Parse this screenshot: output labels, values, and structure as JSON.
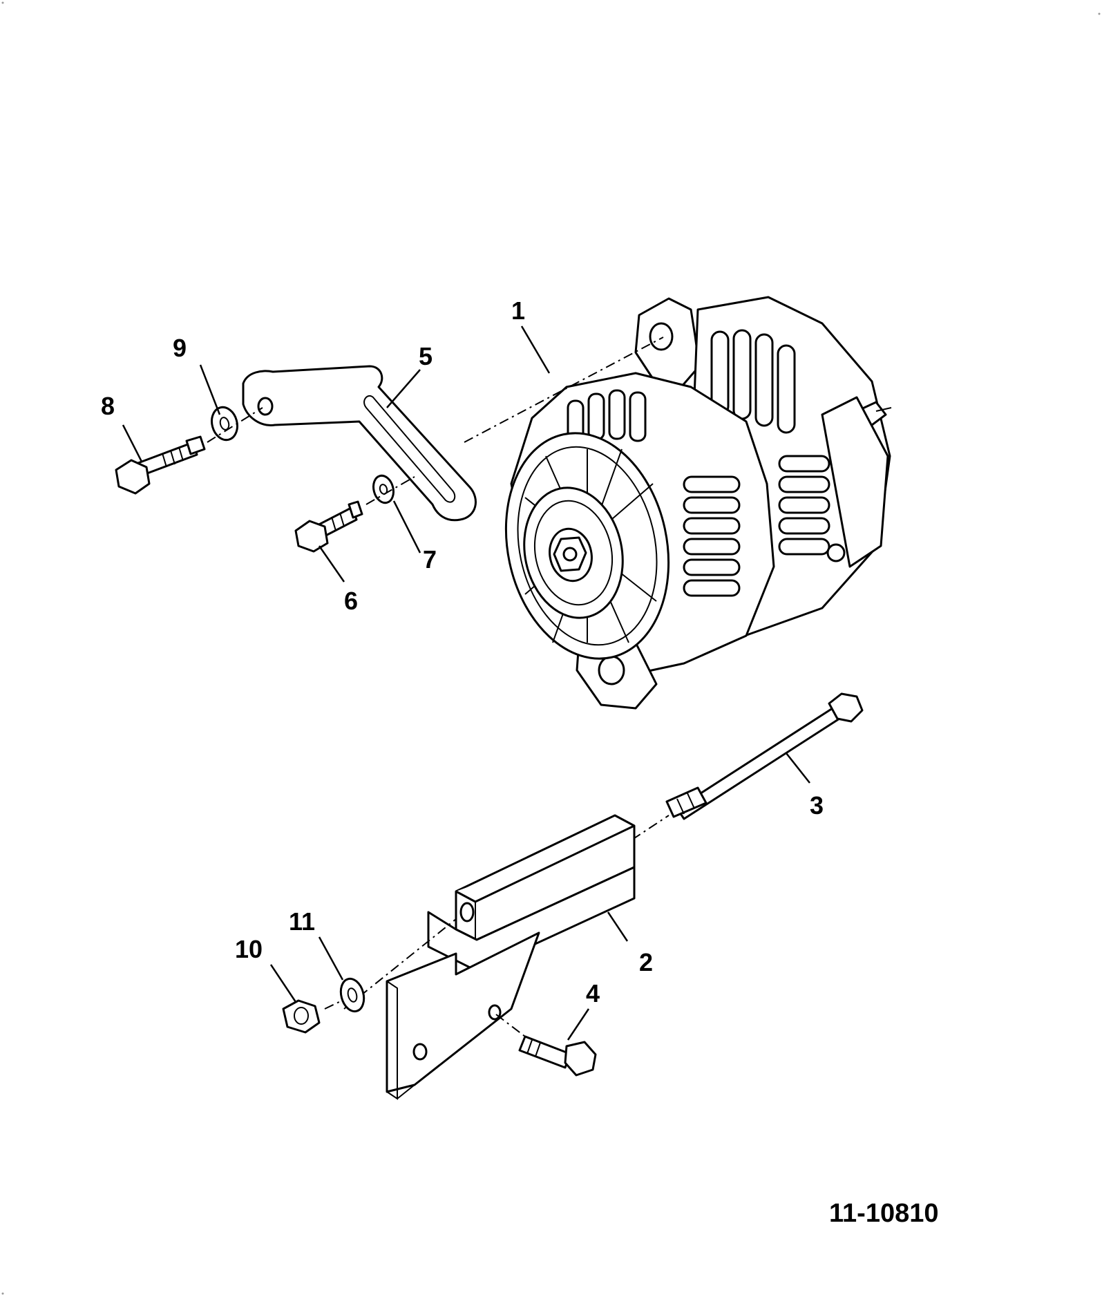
{
  "figure_reference": "11-10810",
  "callouts": [
    "1",
    "2",
    "3",
    "4",
    "5",
    "6",
    "7",
    "8",
    "9",
    "10",
    "11"
  ],
  "colors": {
    "line": "#000000",
    "background": "#ffffff"
  }
}
